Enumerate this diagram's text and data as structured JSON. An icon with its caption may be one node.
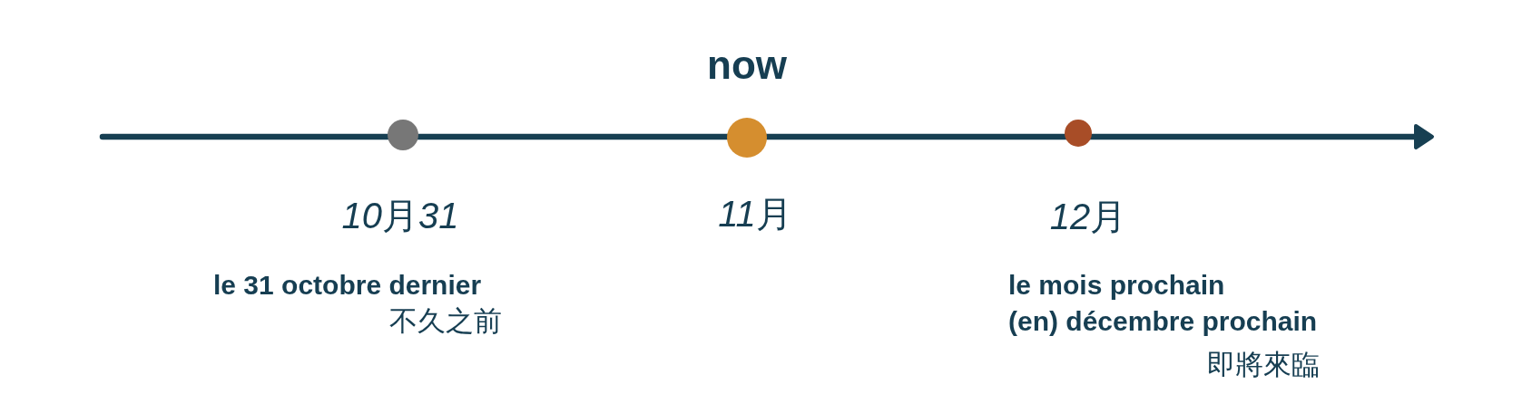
{
  "diagram": {
    "nodes": [
      {
        "text": [],
        "shape": "circle",
        "beside": [
          "10月31",
          "le 31 octobre dernier",
          "不久之前"
        ]
      },
      {
        "text": [],
        "shape": "circle",
        "beside": [
          "now",
          "11月"
        ]
      },
      {
        "text": [],
        "shape": "circle",
        "beside": [
          "12月",
          "le mois prochain",
          "(en) décembre prochain",
          "即將來臨"
        ]
      }
    ]
  }
}
